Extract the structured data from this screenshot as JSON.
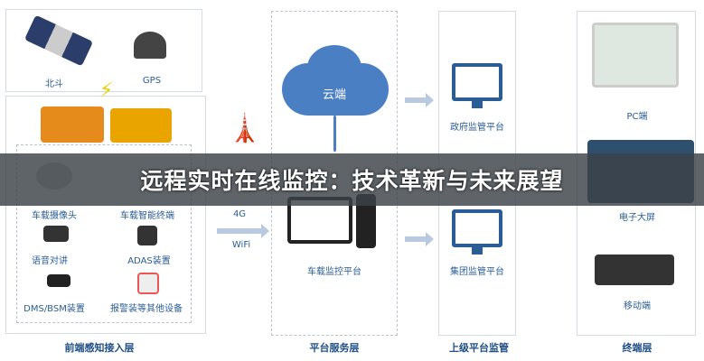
{
  "title": "远程实时在线监控：技术革新与未来展望",
  "front": {
    "items": [
      "北斗",
      "GPS",
      "车载摄像头",
      "车载智能终端",
      "语音对讲",
      "ADAS装置",
      "DMS/BSM装置",
      "报警装等其他设备"
    ],
    "layer": "前端感知接入层"
  },
  "network": {
    "g4": "4G",
    "wifi": "WiFi"
  },
  "platform": {
    "cloud": "云端",
    "vehicle": "车载监控平台",
    "layer": "平台服务层"
  },
  "upper": {
    "gov": "政府监管平台",
    "group": "集团监管平台",
    "layer": "上级平台监管"
  },
  "terminal": {
    "pc": "PC端",
    "screen": "电子大屏",
    "mobile": "移动端",
    "layer": "终端层"
  }
}
